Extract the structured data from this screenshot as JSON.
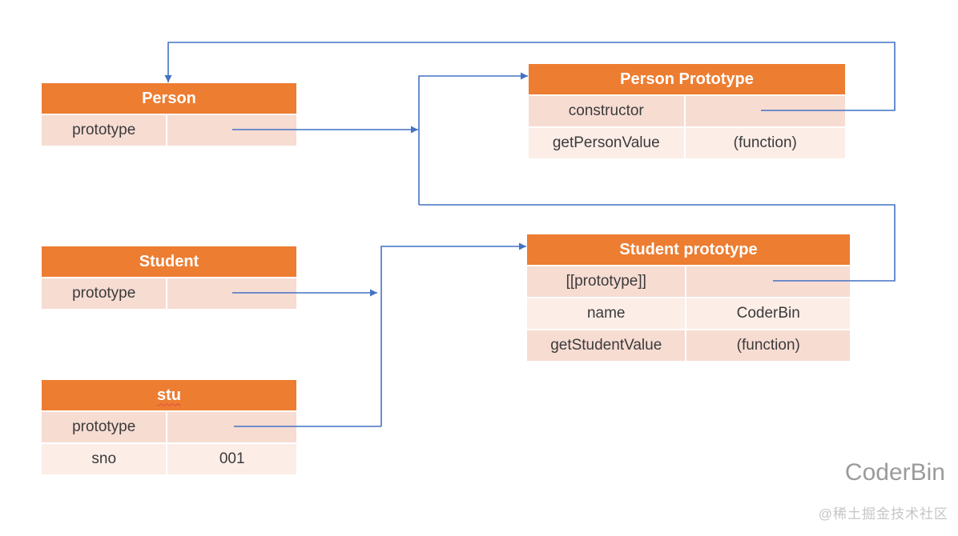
{
  "colors": {
    "orange": "#ED7D31",
    "row_dark": "#F7DCD2",
    "row_light": "#FCEDE7",
    "line_blue": "#4472C4",
    "header_text": "#FFFFFF",
    "cell_text": "#3B3B3B",
    "watermark_author": "#9B9B9B",
    "watermark_site": "#C8C4C4"
  },
  "diagram": {
    "type": "prototype-chain-diagram",
    "boxes": {
      "person": {
        "title": "Person",
        "rows": [
          {
            "label": "prototype",
            "value": ""
          }
        ]
      },
      "person_prototype": {
        "title": "Person Prototype",
        "rows": [
          {
            "label": "constructor",
            "value": ""
          },
          {
            "label": "getPersonValue",
            "value": "(function)"
          }
        ]
      },
      "student": {
        "title": "Student",
        "rows": [
          {
            "label": "prototype",
            "value": ""
          }
        ]
      },
      "student_prototype": {
        "title": "Student prototype",
        "rows": [
          {
            "label": "[[prototype]]",
            "value": ""
          },
          {
            "label": "name",
            "value": "CoderBin"
          },
          {
            "label": "getStudentValue",
            "value": "(function)"
          }
        ]
      },
      "stu": {
        "title": "stu",
        "rows": [
          {
            "label": "prototype",
            "value": ""
          },
          {
            "label": "sno",
            "value": "001"
          }
        ]
      }
    },
    "connections": [
      "Person.prototype -> Person Prototype",
      "Person Prototype.constructor -> Person",
      "Student prototype.[[prototype]] -> Person Prototype",
      "Student.prototype -> Student prototype",
      "stu.prototype -> Student prototype"
    ]
  },
  "watermark": {
    "author": "CoderBin",
    "site": "@稀土掘金技术社区"
  }
}
